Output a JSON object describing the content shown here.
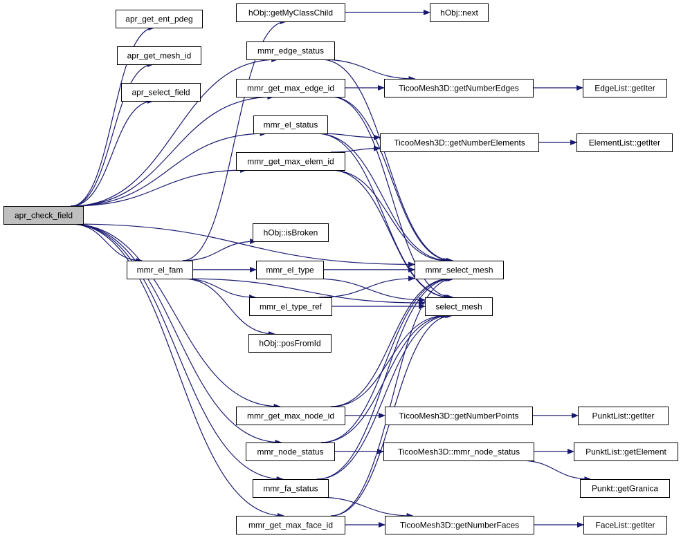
{
  "colors": {
    "edge": "#191970",
    "node_fill": "#ffffff",
    "root_fill": "#bfbfbf",
    "node_border": "#000000"
  },
  "nodes": [
    {
      "id": "apr_check_field",
      "label": "apr_check_field",
      "root": true
    },
    {
      "id": "apr_get_ent_pdeg",
      "label": "apr_get_ent_pdeg"
    },
    {
      "id": "apr_get_mesh_id",
      "label": "apr_get_mesh_id"
    },
    {
      "id": "apr_select_field",
      "label": "apr_select_field"
    },
    {
      "id": "getMyClassChild",
      "label": "hObj::getMyClassChild"
    },
    {
      "id": "next",
      "label": "hObj::next"
    },
    {
      "id": "mmr_edge_status",
      "label": "mmr_edge_status"
    },
    {
      "id": "mmr_get_max_edge_id",
      "label": "mmr_get_max_edge_id"
    },
    {
      "id": "getNumberEdges",
      "label": "TicooMesh3D::getNumberEdges"
    },
    {
      "id": "EdgeList_getIter",
      "label": "EdgeList::getIter"
    },
    {
      "id": "mmr_el_status",
      "label": "mmr_el_status"
    },
    {
      "id": "getNumberElements",
      "label": "TicooMesh3D::getNumberElements"
    },
    {
      "id": "ElementList_getIter",
      "label": "ElementList::getIter"
    },
    {
      "id": "mmr_get_max_elem_id",
      "label": "mmr_get_max_elem_id"
    },
    {
      "id": "isBroken",
      "label": "hObj::isBroken"
    },
    {
      "id": "mmr_el_fam",
      "label": "mmr_el_fam"
    },
    {
      "id": "mmr_el_type",
      "label": "mmr_el_type"
    },
    {
      "id": "mmr_select_mesh",
      "label": "mmr_select_mesh"
    },
    {
      "id": "mmr_el_type_ref",
      "label": "mmr_el_type_ref"
    },
    {
      "id": "select_mesh",
      "label": "select_mesh"
    },
    {
      "id": "posFromId",
      "label": "hObj::posFromId"
    },
    {
      "id": "mmr_get_max_node_id",
      "label": "mmr_get_max_node_id"
    },
    {
      "id": "getNumberPoints",
      "label": "TicooMesh3D::getNumberPoints"
    },
    {
      "id": "PunktList_getIter",
      "label": "PunktList::getIter"
    },
    {
      "id": "mmr_node_status",
      "label": "mmr_node_status"
    },
    {
      "id": "TM_mmr_node_status",
      "label": "TicooMesh3D::mmr_node_status"
    },
    {
      "id": "PunktList_getElement",
      "label": "PunktList::getElement"
    },
    {
      "id": "getGranica",
      "label": "Punkt::getGranica"
    },
    {
      "id": "mmr_fa_status",
      "label": "mmr_fa_status"
    },
    {
      "id": "mmr_get_max_face_id",
      "label": "mmr_get_max_face_id"
    },
    {
      "id": "getNumberFaces",
      "label": "TicooMesh3D::getNumberFaces"
    },
    {
      "id": "FaceList_getIter",
      "label": "FaceList::getIter"
    }
  ],
  "edges": [
    [
      "apr_check_field",
      "apr_get_ent_pdeg"
    ],
    [
      "apr_check_field",
      "apr_get_mesh_id"
    ],
    [
      "apr_check_field",
      "apr_select_field"
    ],
    [
      "apr_check_field",
      "mmr_edge_status"
    ],
    [
      "apr_check_field",
      "mmr_get_max_edge_id"
    ],
    [
      "apr_check_field",
      "mmr_el_status"
    ],
    [
      "apr_check_field",
      "mmr_get_max_elem_id"
    ],
    [
      "apr_check_field",
      "mmr_select_mesh"
    ],
    [
      "apr_check_field",
      "mmr_el_fam"
    ],
    [
      "apr_check_field",
      "mmr_get_max_node_id"
    ],
    [
      "apr_check_field",
      "mmr_node_status"
    ],
    [
      "apr_check_field",
      "mmr_fa_status"
    ],
    [
      "apr_check_field",
      "mmr_get_max_face_id"
    ],
    [
      "getMyClassChild",
      "next"
    ],
    [
      "mmr_edge_status",
      "getNumberEdges"
    ],
    [
      "mmr_edge_status",
      "mmr_select_mesh"
    ],
    [
      "mmr_get_max_edge_id",
      "getNumberEdges"
    ],
    [
      "mmr_get_max_edge_id",
      "mmr_select_mesh"
    ],
    [
      "mmr_get_max_edge_id",
      "select_mesh"
    ],
    [
      "getNumberEdges",
      "EdgeList_getIter"
    ],
    [
      "mmr_el_status",
      "getNumberElements"
    ],
    [
      "mmr_el_status",
      "mmr_select_mesh"
    ],
    [
      "mmr_el_status",
      "select_mesh"
    ],
    [
      "getNumberElements",
      "ElementList_getIter"
    ],
    [
      "mmr_get_max_elem_id",
      "getNumberElements"
    ],
    [
      "mmr_get_max_elem_id",
      "mmr_select_mesh"
    ],
    [
      "mmr_get_max_elem_id",
      "select_mesh"
    ],
    [
      "mmr_el_fam",
      "getMyClassChild"
    ],
    [
      "mmr_el_fam",
      "isBroken"
    ],
    [
      "mmr_el_fam",
      "mmr_el_type"
    ],
    [
      "mmr_el_fam",
      "mmr_el_type_ref"
    ],
    [
      "mmr_el_fam",
      "posFromId"
    ],
    [
      "mmr_el_fam",
      "mmr_select_mesh"
    ],
    [
      "mmr_el_fam",
      "select_mesh"
    ],
    [
      "mmr_el_type",
      "mmr_select_mesh"
    ],
    [
      "mmr_el_type",
      "select_mesh"
    ],
    [
      "mmr_el_type_ref",
      "mmr_select_mesh"
    ],
    [
      "mmr_el_type_ref",
      "select_mesh"
    ],
    [
      "mmr_get_max_node_id",
      "getNumberPoints"
    ],
    [
      "mmr_get_max_node_id",
      "mmr_select_mesh"
    ],
    [
      "mmr_get_max_node_id",
      "select_mesh"
    ],
    [
      "getNumberPoints",
      "PunktList_getIter"
    ],
    [
      "mmr_node_status",
      "TM_mmr_node_status"
    ],
    [
      "mmr_node_status",
      "mmr_select_mesh"
    ],
    [
      "mmr_node_status",
      "select_mesh"
    ],
    [
      "TM_mmr_node_status",
      "PunktList_getElement"
    ],
    [
      "TM_mmr_node_status",
      "getGranica"
    ],
    [
      "mmr_fa_status",
      "getNumberFaces"
    ],
    [
      "mmr_fa_status",
      "mmr_select_mesh"
    ],
    [
      "mmr_fa_status",
      "select_mesh"
    ],
    [
      "mmr_get_max_face_id",
      "getNumberFaces"
    ],
    [
      "mmr_get_max_face_id",
      "mmr_select_mesh"
    ],
    [
      "mmr_get_max_face_id",
      "select_mesh"
    ],
    [
      "getNumberFaces",
      "FaceList_getIter"
    ]
  ]
}
